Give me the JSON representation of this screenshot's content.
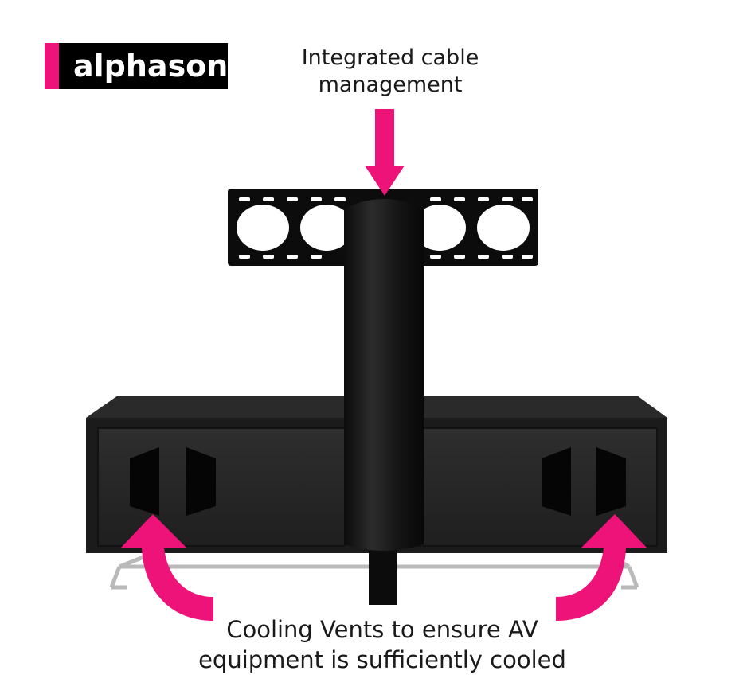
{
  "brand": {
    "name": "alphason",
    "colors": {
      "accent": "#ee1378",
      "logo_bg": "#000000",
      "logo_text": "#ffffff"
    }
  },
  "captions": {
    "top": {
      "line1": "Integrated cable",
      "line2": "management"
    },
    "bottom": {
      "line1": "Cooling Vents to ensure AV",
      "line2": "equipment is sufficiently cooled"
    }
  },
  "colors": {
    "cabinet": "#1b1b1b",
    "cabinet_top": "#2a2a2a",
    "door": "#272727",
    "vent": "#050505",
    "column": "#161616",
    "bracket": "#0c0c0c",
    "frame": "#b9b9b9",
    "arrow": "#ee1378"
  },
  "icons": [
    "down-arrow-icon",
    "curved-arrow-left-icon",
    "curved-arrow-right-icon"
  ]
}
